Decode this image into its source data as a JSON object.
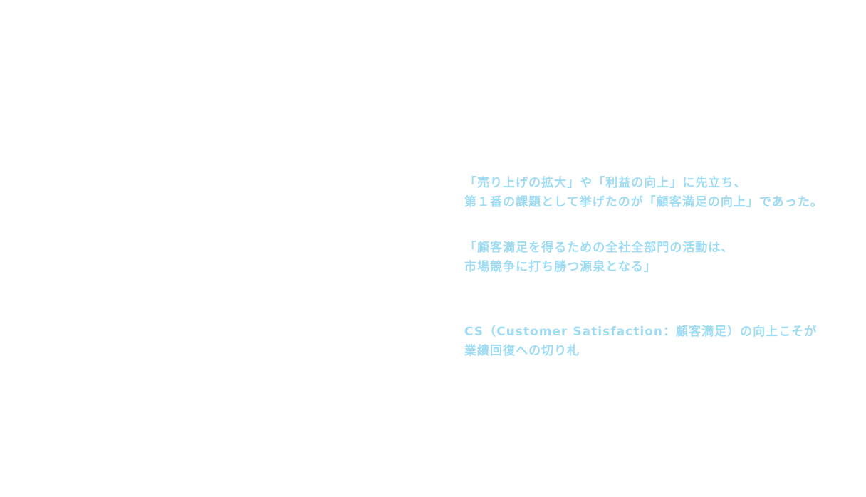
{
  "colors": {
    "background": "#ffffff",
    "text": "#9fdcf3"
  },
  "paragraphs": [
    {
      "lines": [
        "「売り上げの拡大」や「利益の向上」に先立ち、",
        "第１番の課題として挙げたのが「顧客満足の向上」であった。"
      ]
    },
    {
      "lines": [
        "「顧客満足を得るための全社全部門の活動は、",
        "市場競争に打ち勝つ源泉となる」"
      ]
    },
    {
      "lines": [
        "CS（Customer Satisfaction：顧客満足）の向上こそが",
        "業績回復への切り札"
      ]
    }
  ]
}
